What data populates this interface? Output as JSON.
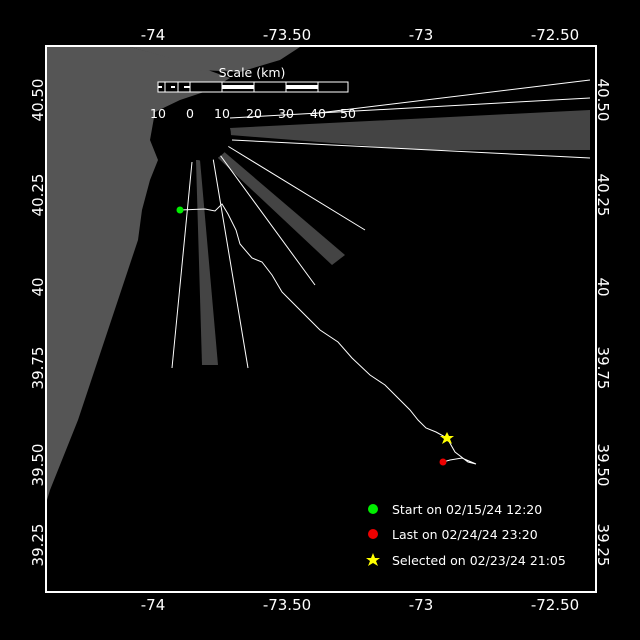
{
  "map": {
    "lon_ticks": [
      "-74",
      "-73.50",
      "-73",
      "-72.50"
    ],
    "lat_ticks": [
      "40.50",
      "40.25",
      "40",
      "39.75",
      "39.50",
      "39.25"
    ],
    "scale": {
      "title": "Scale (km)",
      "labels": [
        "10",
        "0",
        "10",
        "20",
        "30",
        "40",
        "50"
      ]
    },
    "legend": [
      {
        "label": "Start on 02/15/24 12:20",
        "marker": "circle",
        "color": "#00ee00"
      },
      {
        "label": "Last on 02/24/24 23:20",
        "marker": "circle",
        "color": "#ee0000"
      },
      {
        "label": "Selected on 02/23/24 21:05",
        "marker": "star",
        "color": "#ffff00"
      }
    ],
    "colors": {
      "land": "#555555",
      "radar_fill": "#444444",
      "track": "#ffffff",
      "frame": "#ffffff"
    }
  }
}
